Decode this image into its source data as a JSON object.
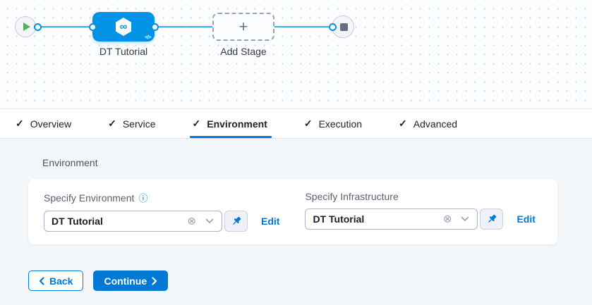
{
  "icons": {
    "check": "✓",
    "plus": "+",
    "clear": "⊗",
    "info": "ⓘ",
    "infinity": "∞",
    "code_badge": "</>"
  },
  "graph": {
    "stage_label": "DT Tutorial",
    "add_stage_label": "Add Stage"
  },
  "tabs": [
    {
      "label": "Overview"
    },
    {
      "label": "Service"
    },
    {
      "label": "Environment"
    },
    {
      "label": "Execution"
    },
    {
      "label": "Advanced"
    }
  ],
  "active_tab": "Environment",
  "section": {
    "title": "Environment",
    "environment_field": {
      "label": "Specify Environment",
      "value": "DT Tutorial",
      "edit": "Edit"
    },
    "infrastructure_field": {
      "label": "Specify Infrastructure",
      "value": "DT Tutorial",
      "edit": "Edit"
    }
  },
  "footer": {
    "back": "Back",
    "continue": "Continue"
  },
  "colors": {
    "primary": "#0278d5",
    "node_blue": "#0092e4",
    "connector": "#2eb1f0",
    "success_green": "#4cb754"
  }
}
